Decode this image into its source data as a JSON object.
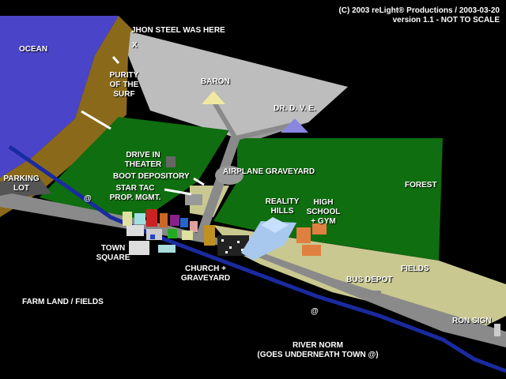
{
  "header": {
    "copyright": "(C) 2003 reLight® Productions / 2003-03-20",
    "version": "version 1.1 - NOT TO SCALE"
  },
  "labels": {
    "ocean": "OCEAN",
    "jhon_steel": "JHON STEEL WAS HERE",
    "x_mark": "X",
    "purity_line1": "PURITY",
    "purity_line2": "OF THE",
    "purity_line3": "SURF",
    "baron": "BARON",
    "dr_dve": "DR. D. V. E.",
    "drive_in_line1": "DRIVE IN",
    "drive_in_line2": "THEATER",
    "boot_depository": "BOOT DEPOSITORY",
    "star_tac_line1": "STAR TAC",
    "star_tac_line2": "PROP. MGMT.",
    "airplane_graveyard": "AIRPLANE GRAVEYARD",
    "parking_line1": "PARKING",
    "parking_line2": "LOT",
    "at_symbol_1": "@",
    "at_symbol_2": "@",
    "forest": "FOREST",
    "reality_line1": "REALITY",
    "reality_line2": "HILLS",
    "high_school_line1": "HIGH",
    "high_school_line2": "SCHOOL",
    "high_school_line3": "+ GYM",
    "town_line1": "TOWN",
    "town_line2": "SQUARE",
    "church_line1": "CHURCH +",
    "church_line2": "GRAVEYARD",
    "fields": "FIELDS",
    "bus_depot": "BUS DEPOT",
    "farm_land": "FARM LAND / FIELDS",
    "ron_sign": "RON SIGN",
    "river_line1": "RIVER NORM",
    "river_line2": "(GOES UNDERNEATH TOWN @)"
  },
  "colors": {
    "ocean": "#4a44c8",
    "beach": "#8a6a1a",
    "grey_zone": "#bdbdbd",
    "grass": "#0f6e0f",
    "field": "#c9c890",
    "road": "#8a8a8a",
    "river": "#1a2aa0",
    "background": "#000000"
  }
}
